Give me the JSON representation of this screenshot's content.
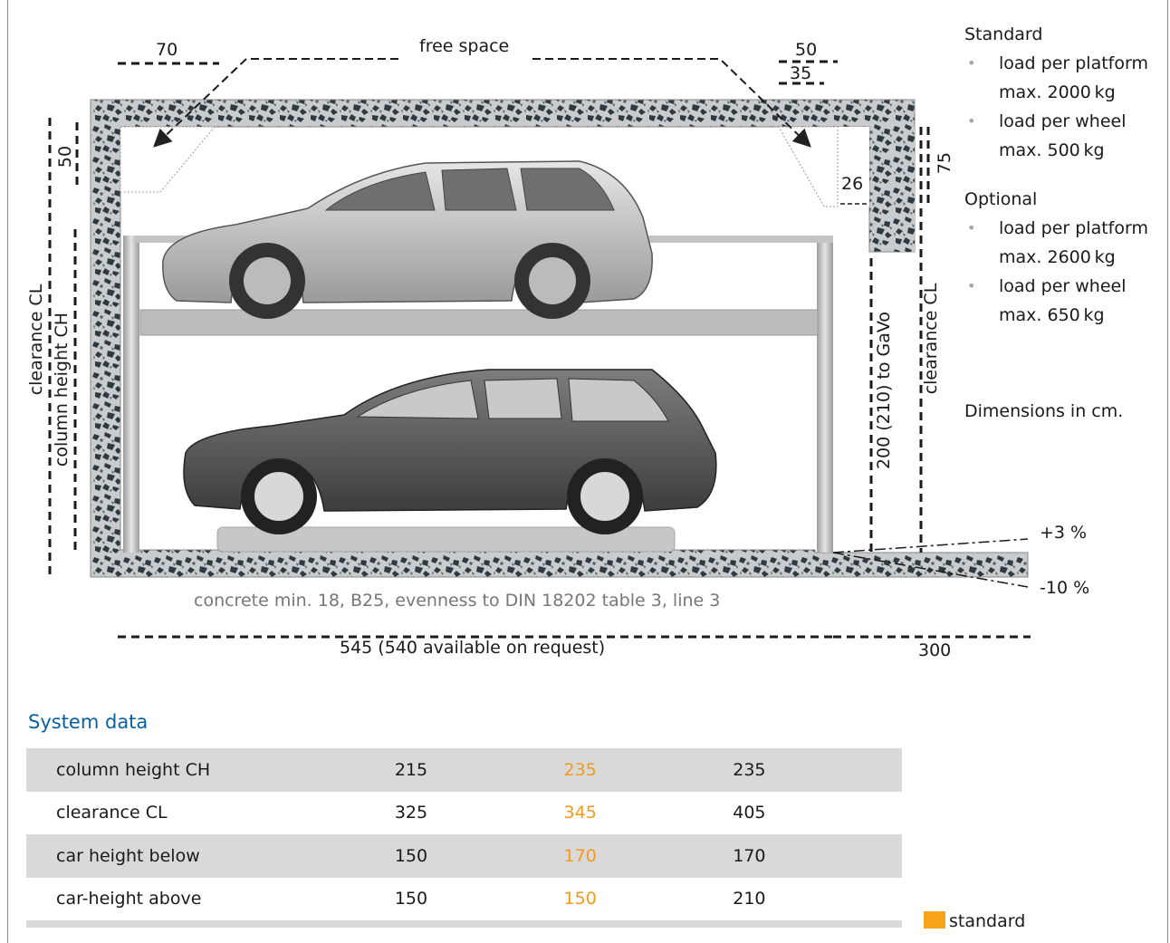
{
  "diagram": {
    "free_space": "free space",
    "dim_70": "70",
    "dim_50_top": "50",
    "dim_35": "35",
    "dim_50_left": "50",
    "dim_75": "75",
    "dim_26": "26",
    "clearance_left": "clearance CL",
    "column_height": "column height CH",
    "gavo": "200 (210) to GaVo",
    "clearance_right": "clearance CL",
    "slope_up": "+3 %",
    "slope_down": "-10 %",
    "concrete_note": "concrete min. 18, B25, evenness to DIN 18202 table 3, line 3",
    "width_main": "545 (540 available on request)",
    "width_ramp": "300"
  },
  "spec": {
    "standard_title": "Standard",
    "standard_items": [
      "load per platform",
      "max. 2000 kg",
      "load per wheel",
      "max. 500 kg"
    ],
    "optional_title": "Optional",
    "optional_items": [
      "load per platform",
      "max. 2600 kg",
      "load per wheel",
      "max. 650 kg"
    ],
    "note": "Dimensions in cm."
  },
  "system_data": {
    "title": "System data",
    "rows": [
      {
        "label": "column height CH",
        "values": [
          "215",
          "235",
          "235"
        ]
      },
      {
        "label": "clearance CL",
        "values": [
          "325",
          "345",
          "405"
        ]
      },
      {
        "label": "car height below",
        "values": [
          "150",
          "170",
          "170"
        ]
      },
      {
        "label": "car-height above",
        "values": [
          "150",
          "150",
          "210"
        ]
      }
    ],
    "standard_column_color": "#f39a1d",
    "legend_label": "standard",
    "legend_color": "#f7a21b"
  }
}
